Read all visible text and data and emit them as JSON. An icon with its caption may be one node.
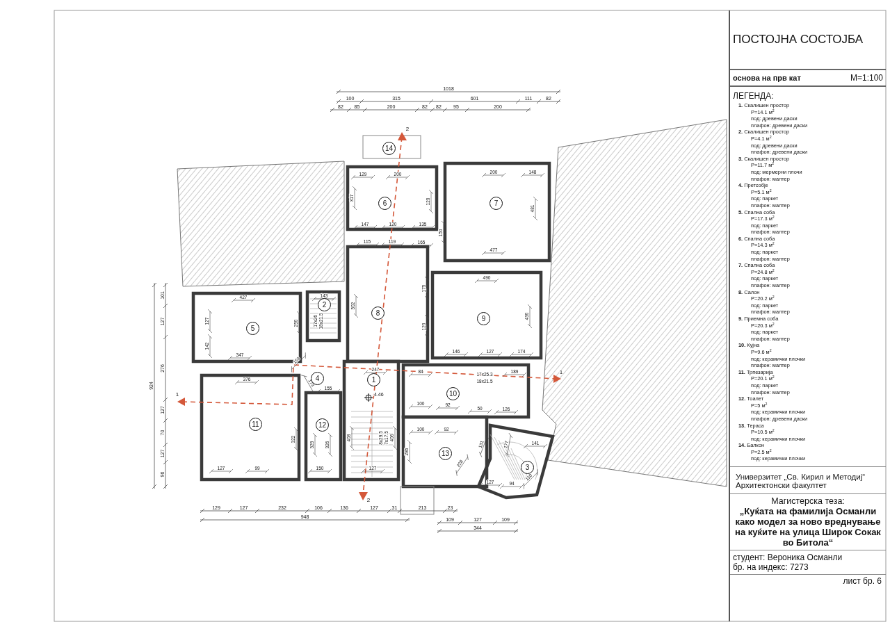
{
  "diagram": {
    "nodes": [
      {
        "text": [
          "14"
        ]
      },
      {
        "text": [
          "6"
        ]
      },
      {
        "text": [
          "7"
        ]
      },
      {
        "text": [
          "2"
        ]
      },
      {
        "text": [
          "8"
        ]
      },
      {
        "text": [
          "5"
        ]
      },
      {
        "text": [
          "9"
        ]
      },
      {
        "text": [
          "4"
        ]
      },
      {
        "text": [
          "1"
        ]
      },
      {
        "text": [
          "10"
        ]
      },
      {
        "text": [
          "11"
        ]
      },
      {
        "text": [
          "12"
        ]
      },
      {
        "text": [
          "13"
        ]
      },
      {
        "text": [
          "3"
        ]
      },
      {
        "text": [],
        "shape": "polygon"
      },
      {
        "text": [],
        "shape": "polygon"
      }
    ],
    "labels": [
      "1018",
      "100",
      "315",
      "601",
      "111",
      "82",
      "82",
      "85",
      "200",
      "82",
      "82",
      "95",
      "200",
      "2",
      "129",
      "200",
      "200",
      "148",
      "317",
      "120",
      "481",
      "147",
      "120",
      "135",
      "150",
      "115",
      "119",
      "165",
      "477",
      "427",
      "143",
      "250",
      "502",
      "175",
      "490",
      "430",
      "120",
      "127",
      "142",
      "347",
      "146",
      "127",
      "174",
      "153",
      "173",
      "155",
      "247",
      "376",
      "84",
      "189",
      "322",
      "329",
      "326",
      "408",
      "406",
      "100",
      "92",
      "50",
      "126",
      "100",
      "92",
      "131",
      "228",
      "286",
      "141",
      "177",
      "127",
      "94",
      "110",
      "127",
      "99",
      "150",
      "127",
      "17x26",
      "18x21.5",
      "17x25.3",
      "18x21.5",
      "8x29.5",
      "7x17.5",
      "1",
      "4.46",
      "1",
      "2",
      "101",
      "127",
      "276",
      "127",
      "70",
      "127",
      "96",
      "924",
      "129",
      "127",
      "232",
      "106",
      "136",
      "127",
      "31",
      "213",
      "23",
      "948",
      "109",
      "127",
      "109",
      "344",
      "ПОСТОЈНА СОСТОЈБА",
      "основа на прв кат",
      "M=1:100",
      "ЛЕГЕНДА:",
      "**1.** Скалишен простор",
      "P=14.1 м$^{2}$",
      "под: древени даски",
      "плафон: древени даски",
      "**2.** Скалишен простор",
      "P=4.1 м$^{2}$",
      "под: древени даски",
      "плафон: древени даски",
      "**3.** Скалишен простор",
      "P=11.7 м$^{2}$",
      "под: мермерни плочи",
      "плафон: малтер",
      "**4.** Претсобје",
      "P=5.1 м$^{2}$",
      "под: паркет",
      "плафон: малтер",
      "**5.** Спална соба",
      "P=17.3 м$^{2}$",
      "под: паркет",
      "плафон: малтер",
      "**6.** Спална соба",
      "P=14.3 м$^{2}$",
      "под: паркет",
      "плафон: малтер",
      "**7.** Спална соба",
      "P=24.8 м$^{2}$",
      "под: паркет",
      "плафон: малтер",
      "**8.** Салон",
      "P=20.2 м$^{2}$",
      "под: паркет",
      "плафон: малтер",
      "**9.** Приемна соба",
      "P=20.3 м$^{2}$",
      "под: паркет",
      "плафон: малтер",
      "**10.** Кујна",
      "P=9.6 м$^{2}$",
      "под: керамички плочки",
      "плафон: малтер",
      "**11.** Трпезарија",
      "P=20.1 м$^{2}$",
      "под: паркет",
      "плафон: малтер",
      "**12.** Тоалет",
      "P=5 м$^{2}$",
      "под: керамички плочки",
      "плафон: древени даски",
      "**13.** Тераса",
      "P=10.5 м$^{2}$",
      "под: керамички плочки",
      "**14.** Балкон",
      "P=2.5 м$^{2}$",
      "под: керамички плочки",
      "Универзитет „Св. Кирил и Методиј“ Архитектонски факултет",
      "Магистерска теза:",
      "„Куќата на фамилија Османли како модел за ново вреднување на куќите на улица Широк Сокак во Битола“",
      "студент: Вероника Османли",
      "бр. на индекс: 7273",
      "лист бр. 6"
    ]
  }
}
